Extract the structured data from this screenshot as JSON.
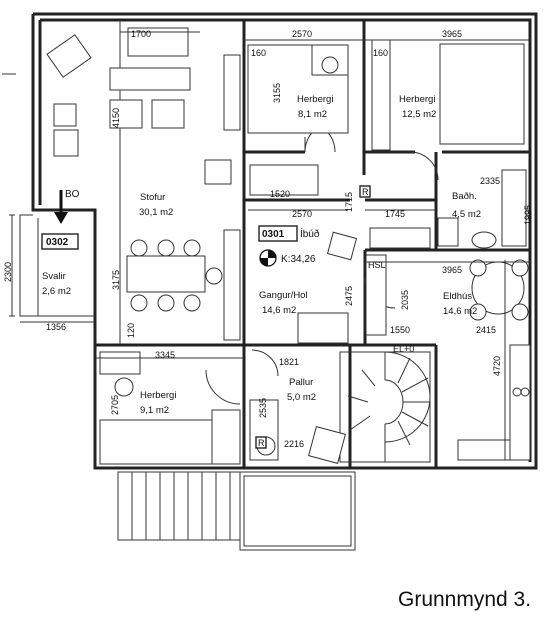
{
  "units": {
    "u0302": "0302",
    "u0301": "0301",
    "u0301_suffix": "Íbúð"
  },
  "rooms": {
    "stofur_name": "Stofur",
    "stofur_area": "30,1 m2",
    "herb1_name": "Herbergi",
    "herb1_area": "8,1 m2",
    "herb2_name": "Herbergi",
    "herb2_area": "12,5 m2",
    "bad_name": "Baðh.",
    "bad_area": "4,5 m2",
    "eldhus_name": "Eldhús",
    "eldhus_area": "14,6 m2",
    "gangur_name": "Gangur/Hol",
    "gangur_area": "14,6 m2",
    "svalir_name": "Svalir",
    "svalir_area": "2,6 m2",
    "herb3_name": "Herbergi",
    "herb3_area": "9,1 m2",
    "pallur_name": "Pallur",
    "pallur_area": "5,0 m2"
  },
  "marks": {
    "bo": "BO",
    "k": "K:34,26",
    "r1": "R",
    "r2": "R",
    "hsl": "HSL",
    "elev": "EL+0"
  },
  "dims": {
    "d1700": "1700",
    "d2570a": "2570",
    "d3965a": "3965",
    "d160a": "160",
    "d160b": "160",
    "d3155": "3155",
    "d4150": "4150",
    "d1520": "1520",
    "d1715": "1715",
    "d2335": "2335",
    "d2570b": "2570",
    "d1745": "1745",
    "d1995": "1995",
    "d2300": "2300",
    "d3175": "3175",
    "d3965b": "3965",
    "d2475": "2475",
    "d2035": "2035",
    "d1356": "1356",
    "d120": "120",
    "d1550": "1550",
    "d2415": "2415",
    "d3345": "3345",
    "d1821": "1821",
    "d4720": "4720",
    "d2705": "2705",
    "d2535": "2535",
    "d2216": "2216"
  },
  "caption": "Grunnmynd 3."
}
